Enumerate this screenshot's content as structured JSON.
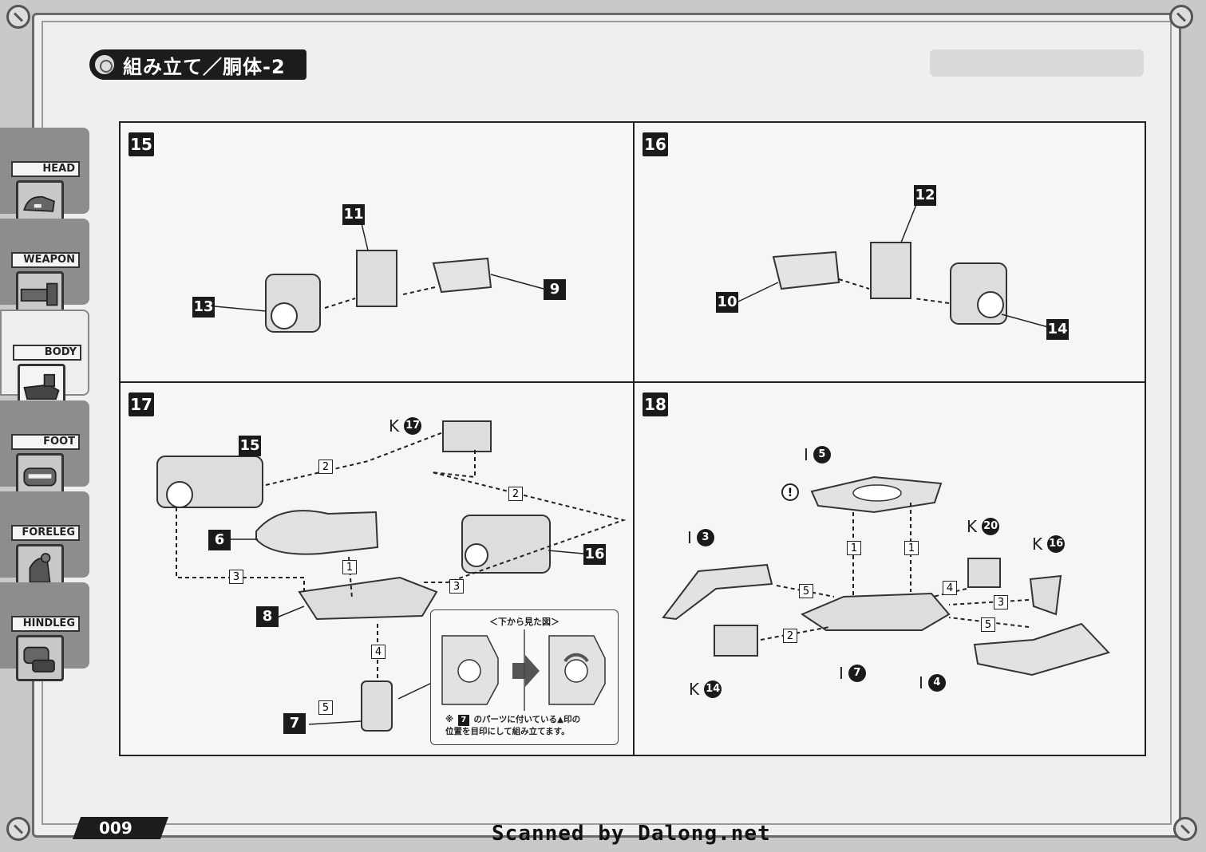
{
  "header": {
    "title": "組み立て／胴体-2"
  },
  "sidebar": {
    "items": [
      {
        "label": "HEAD"
      },
      {
        "label": "WEAPON"
      },
      {
        "label": "BODY"
      },
      {
        "label": "FOOT"
      },
      {
        "label": "FORELEG"
      },
      {
        "label": "HINDLEG"
      }
    ],
    "active": "BODY"
  },
  "steps": {
    "s15": {
      "num": "15",
      "parts": [
        "11",
        "13",
        "9"
      ]
    },
    "s16": {
      "num": "16",
      "parts": [
        "12",
        "10",
        "14"
      ]
    },
    "s17": {
      "num": "17",
      "parts": [
        "15",
        "6",
        "8",
        "16",
        "7"
      ],
      "ref": {
        "letter": "K",
        "num": "17"
      },
      "seq": [
        "2",
        "2",
        "3",
        "1",
        "3",
        "4",
        "5"
      ],
      "inset": {
        "title": "＜下から見た図＞",
        "note_mark": "※",
        "note_part": "7",
        "note_line1": "のパーツに付いている▲印の",
        "note_line2": "位置を目印にして組み立てます。"
      }
    },
    "s18": {
      "num": "18",
      "refs": [
        {
          "letter": "I",
          "num": "5"
        },
        {
          "letter": "I",
          "num": "3"
        },
        {
          "letter": "K",
          "num": "20"
        },
        {
          "letter": "K",
          "num": "16"
        },
        {
          "letter": "I",
          "num": "7"
        },
        {
          "letter": "I",
          "num": "4"
        },
        {
          "letter": "K",
          "num": "14"
        }
      ],
      "seq": [
        "1",
        "1",
        "5",
        "4",
        "3",
        "2",
        "5"
      ],
      "warn": "!"
    }
  },
  "footer": {
    "page": "009",
    "credit": "Scanned by Dalong.net"
  }
}
